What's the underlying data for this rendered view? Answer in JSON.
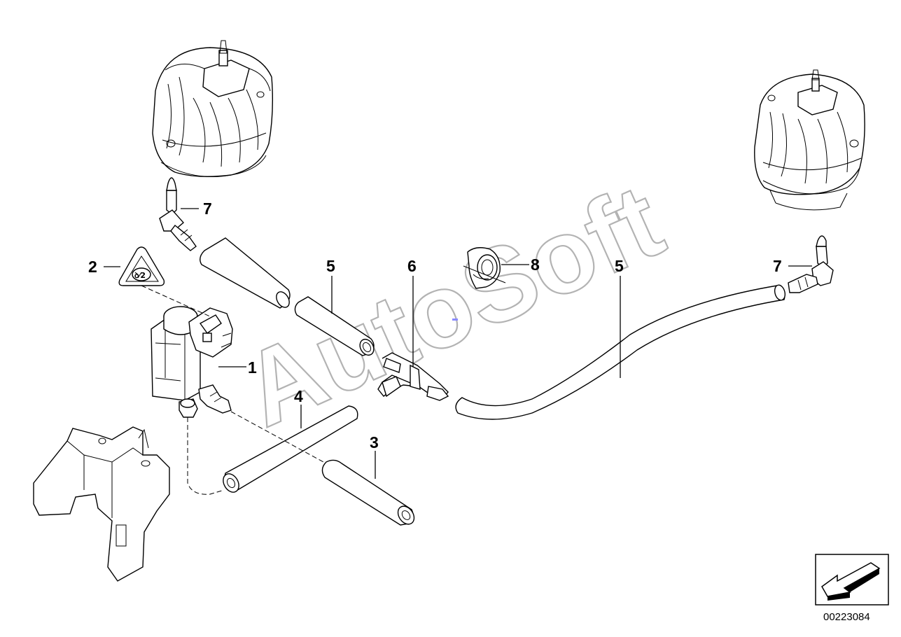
{
  "watermark": {
    "text": "AutoSoft"
  },
  "labels": {
    "part_1": "1",
    "part_2": "2",
    "part_3": "3",
    "part_4": "4",
    "part_5a": "5",
    "part_5b": "5",
    "part_6": "6",
    "part_7a": "7",
    "part_7b": "7",
    "part_8": "8"
  },
  "doc_number": "00223084"
}
